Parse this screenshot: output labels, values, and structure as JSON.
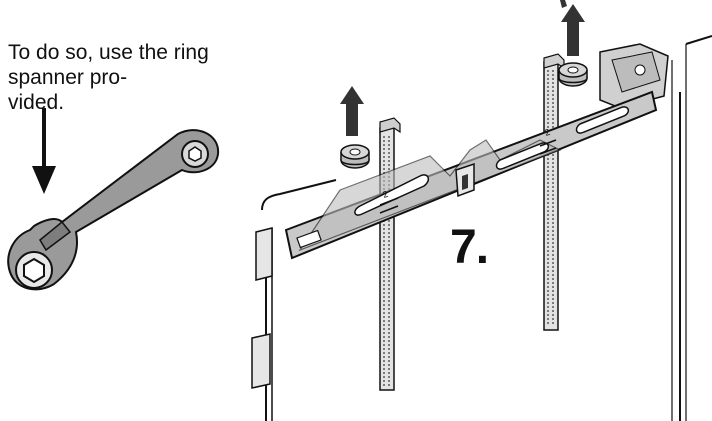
{
  "instruction": {
    "line1": "To do so, use the ring spanner pro-",
    "line2": "vided."
  },
  "step_label": "7.",
  "icons": {
    "down_arrow": "down-arrow-icon",
    "ring_spanner": "ring-spanner-icon",
    "up_arrow_left": "up-arrow-icon",
    "up_arrow_right": "up-arrow-icon"
  },
  "colors": {
    "ink": "#111111",
    "metal": "#c9c9c9",
    "spanner": "#9a9a9a",
    "arrow": "#333333"
  }
}
